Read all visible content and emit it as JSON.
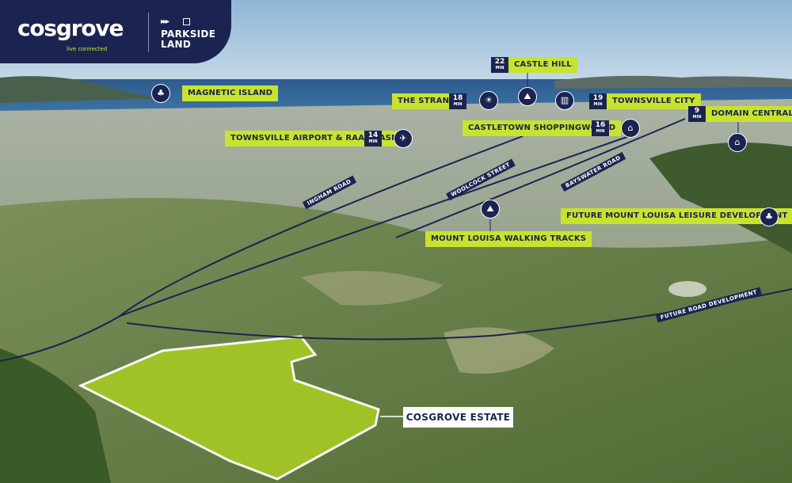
{
  "brand": {
    "logo_text": "cosgrove",
    "tagline": "live connected",
    "partner_line1": "PARKSIDE",
    "partner_line2": "LAND",
    "partner_arrows": "▸▸▸",
    "navy": "#1b2350",
    "lime": "#c7e32e"
  },
  "min_unit": "MIN",
  "destinations": {
    "castle_hill": {
      "label": "CASTLE HILL",
      "minutes": "22",
      "icon": "hiker-icon"
    },
    "the_strand": {
      "label": "THE STRAND",
      "minutes": "18",
      "icon": "sunset-icon"
    },
    "townsville_city": {
      "label": "TOWNSVILLE CITY",
      "minutes": "19",
      "icon": "city-icon"
    },
    "domain_central": {
      "label": "DOMAIN CENTRAL",
      "minutes": "9",
      "icon": "shopping-bag-icon"
    },
    "castletown": {
      "label": "CASTLETOWN SHOPPINGWORLD",
      "minutes": "16",
      "icon": "shopping-bag-icon"
    },
    "airport": {
      "label": "TOWNSVILLE AIRPORT & RAAF BASE",
      "minutes": "14",
      "icon": "plane-icon"
    },
    "magnetic_island": {
      "label": "MAGNETIC ISLAND",
      "icon": "palm-tree-icon"
    },
    "mount_louisa_tracks": {
      "label": "MOUNT LOUISA WALKING TRACKS",
      "icon": "hiker-icon"
    },
    "future_leisure": {
      "label": "FUTURE MOUNT LOUISA LEISURE DEVELOPMENT",
      "icon": "tree-icon"
    }
  },
  "roads": {
    "ingham": "INGHAM ROAD",
    "woolcock": "WOOLCOCK STREET",
    "bayswater": "BAYSWATER ROAD",
    "future": "FUTURE ROAD DEVELOPMENT"
  },
  "estate_label": "COSGROVE ESTATE"
}
